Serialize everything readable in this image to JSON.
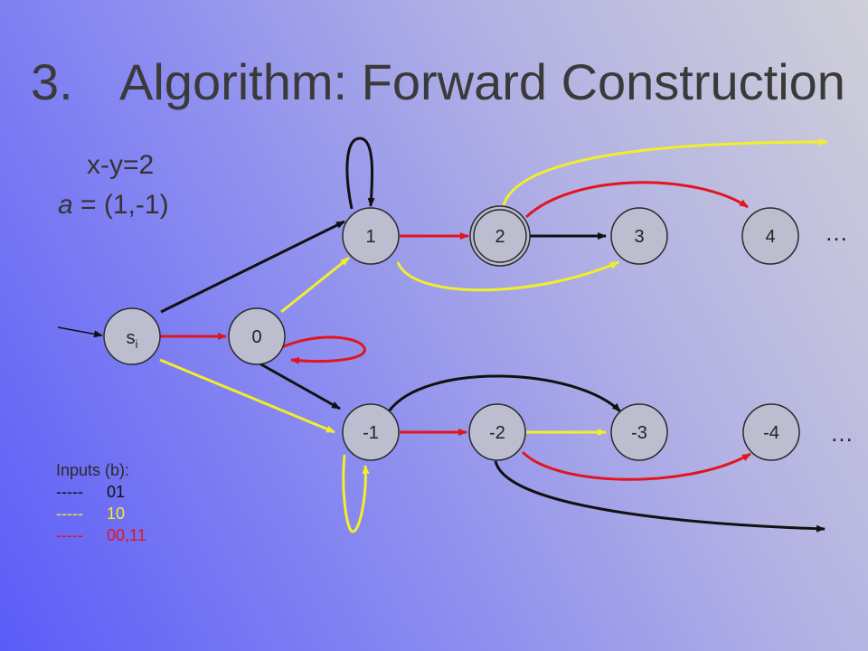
{
  "slide": {
    "number": "3.",
    "title": "Algorithm: Forward Construction"
  },
  "equation": "x-y=2",
  "vector": {
    "symbol": "a",
    "value": "= (1,-1)"
  },
  "colors": {
    "black_edge": "#111111",
    "yellow_edge": "#f2ee2a",
    "red_edge": "#e2141e",
    "node_fill": "#bdbdd0"
  },
  "nodes": [
    {
      "id": "si",
      "label": "s",
      "sub": "i"
    },
    {
      "id": "n0",
      "label": "0"
    },
    {
      "id": "n1",
      "label": "1"
    },
    {
      "id": "n2",
      "label": "2",
      "accepting": true
    },
    {
      "id": "n3",
      "label": "3"
    },
    {
      "id": "n4",
      "label": "4"
    },
    {
      "id": "nm1",
      "label": "-1"
    },
    {
      "id": "nm2",
      "label": "-2"
    },
    {
      "id": "nm3",
      "label": "-3"
    },
    {
      "id": "nm4",
      "label": "-4"
    }
  ],
  "edges": [
    {
      "from": "si",
      "to": "n1",
      "input": "01"
    },
    {
      "from": "si",
      "to": "n0",
      "input": "00,11"
    },
    {
      "from": "si",
      "to": "nm1",
      "input": "10"
    },
    {
      "from": "n0",
      "to": "n1",
      "input": "10"
    },
    {
      "from": "n0",
      "to": "nm1",
      "input": "01"
    },
    {
      "from": "n0",
      "to": "n0",
      "input": "00,11"
    },
    {
      "from": "n1",
      "to": "n1",
      "input": "01"
    },
    {
      "from": "n1",
      "to": "n2",
      "input": "00,11"
    },
    {
      "from": "n1",
      "to": "n3",
      "input": "10"
    },
    {
      "from": "n2",
      "to": "n3",
      "input": "01"
    },
    {
      "from": "n2",
      "to": "n4",
      "input": "00,11"
    },
    {
      "from": "n2",
      "to": "offscreen-top",
      "input": "10"
    },
    {
      "from": "nm1",
      "to": "nm1",
      "input": "10"
    },
    {
      "from": "nm1",
      "to": "nm2",
      "input": "00,11"
    },
    {
      "from": "nm1",
      "to": "nm3",
      "input": "01"
    },
    {
      "from": "nm2",
      "to": "nm3",
      "input": "10"
    },
    {
      "from": "nm2",
      "to": "nm4",
      "input": "00,11"
    },
    {
      "from": "nm2",
      "to": "offscreen-bottom",
      "input": "01"
    }
  ],
  "ellipsis": "…",
  "legend": {
    "title": "Inputs (b):",
    "items": [
      {
        "dash": "-----",
        "label": "01",
        "color": "#111111"
      },
      {
        "dash": "-----",
        "label": "10",
        "color": "#f2ee2a"
      },
      {
        "dash": "-----",
        "label": "00,11",
        "color": "#e2141e"
      }
    ]
  }
}
